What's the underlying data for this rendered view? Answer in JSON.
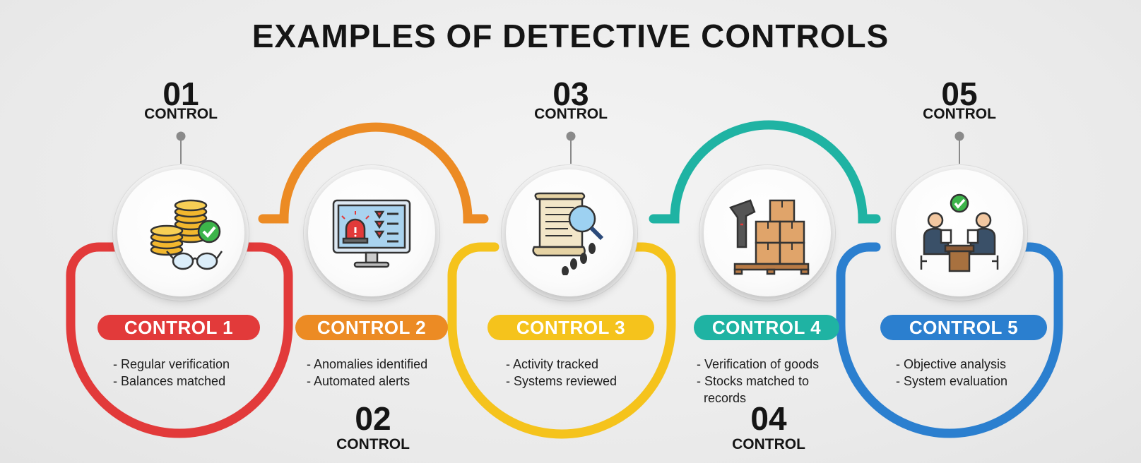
{
  "title": "EXAMPLES OF DETECTIVE CONTROLS",
  "controls": [
    {
      "number": "01",
      "number_label": "CONTROL",
      "name": "CONTROL 1",
      "icon": "coins-glasses-check-icon",
      "color": "#e23a3a",
      "bullets": [
        "- Regular verification",
        "- Balances matched"
      ]
    },
    {
      "number": "02",
      "number_label": "CONTROL",
      "name": "CONTROL 2",
      "icon": "monitor-alarm-alerts-icon",
      "color": "#ec8b24",
      "bullets": [
        "- Anomalies identified",
        "- Automated alerts"
      ]
    },
    {
      "number": "03",
      "number_label": "CONTROL",
      "name": "CONTROL 3",
      "icon": "document-magnifier-footprints-icon",
      "color": "#f5c31c",
      "bullets": [
        "- Activity tracked",
        "- Systems reviewed"
      ]
    },
    {
      "number": "04",
      "number_label": "CONTROL",
      "name": "CONTROL 4",
      "icon": "barcode-scanner-boxes-icon",
      "color": "#1fb3a3",
      "bullets": [
        "- Verification of goods",
        "- Stocks matched to",
        "records"
      ]
    },
    {
      "number": "05",
      "number_label": "CONTROL",
      "name": "CONTROL 5",
      "icon": "auditors-meeting-check-icon",
      "color": "#2b7fcf",
      "bullets": [
        "- Objective analysis",
        "- System evaluation"
      ]
    }
  ]
}
